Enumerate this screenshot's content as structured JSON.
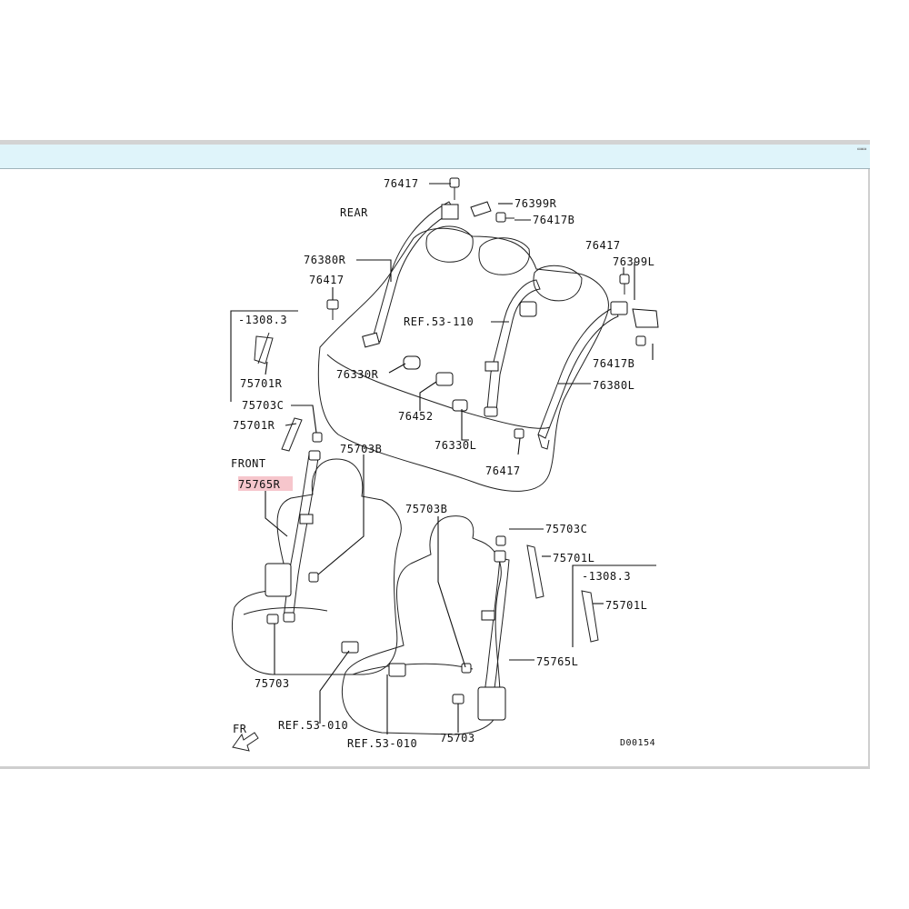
{
  "labels": {
    "rear": "REAR",
    "front": "FRONT",
    "fr": "FR",
    "diagram_code": "D00154",
    "ref_53_110": "REF.53-110",
    "ref_53_010_a": "REF.53-010",
    "ref_53_010_b": "REF.53-010",
    "p76417_top": "76417",
    "p76399R": "76399R",
    "p76417B_r": "76417B",
    "p76380R": "76380R",
    "p76417_left": "76417",
    "p1308_3_left": "-1308.3",
    "p75701R_a": "75701R",
    "p76330R": "76330R",
    "p76452": "76452",
    "p75703C_left": "75703C",
    "p75701R_b": "75701R",
    "p75765R": "75765R",
    "p75703B_left": "75703B",
    "p76417_right": "76417",
    "p76399L": "76399L",
    "p76417B_l": "76417B",
    "p76380L": "76380L",
    "p76330L": "76330L",
    "p76417_mid": "76417",
    "p75703B_mid": "75703B",
    "p75703C_right": "75703C",
    "p75701L_a": "75701L",
    "p1308_3_right": "-1308.3",
    "p75701L_b": "75701L",
    "p75765L": "75765L",
    "p75703_left": "75703",
    "p75703_right": "75703"
  },
  "colors": {
    "highlight": "#f6c6cc",
    "titlebar": "#dff4fa"
  }
}
